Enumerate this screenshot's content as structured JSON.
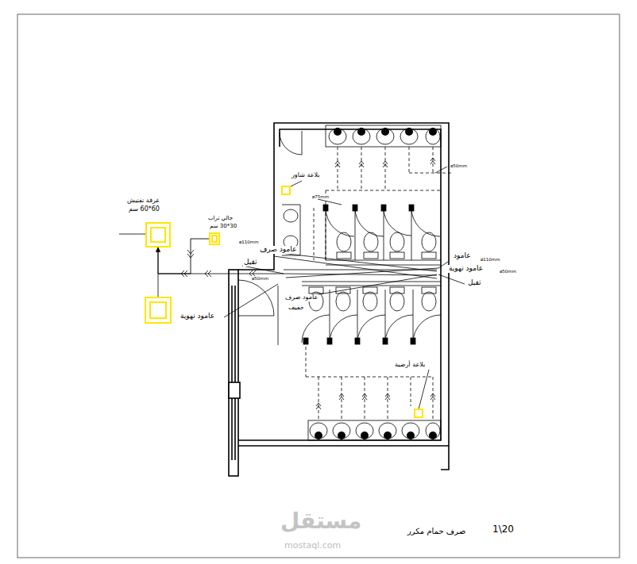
{
  "diagram": {
    "caption": "صرف حمام مكرر",
    "nodes": [
      {
        "text": [
          "غرفة تفتيش",
          "60*60 سم"
        ]
      },
      {
        "text": [
          "جالي تراب",
          "30*30 سم"
        ]
      }
    ],
    "edges": [
      {
        "from": 1,
        "to": 0,
        "arrow": "to"
      }
    ],
    "labels": [
      "بلاعة شاور",
      "ø75mm",
      "ø50mm",
      "ø110mm",
      "عامود صرف",
      "ثقيل",
      "ø50mm",
      "عامود صرف",
      "خفيف",
      "عامود تهوية",
      "عامود",
      "ø110mm",
      "عامود تهوية",
      "ø50mm",
      "ثقيل",
      "بلاعة أرضية",
      "1\\20",
      "مستقل",
      "mostaql.com"
    ]
  }
}
